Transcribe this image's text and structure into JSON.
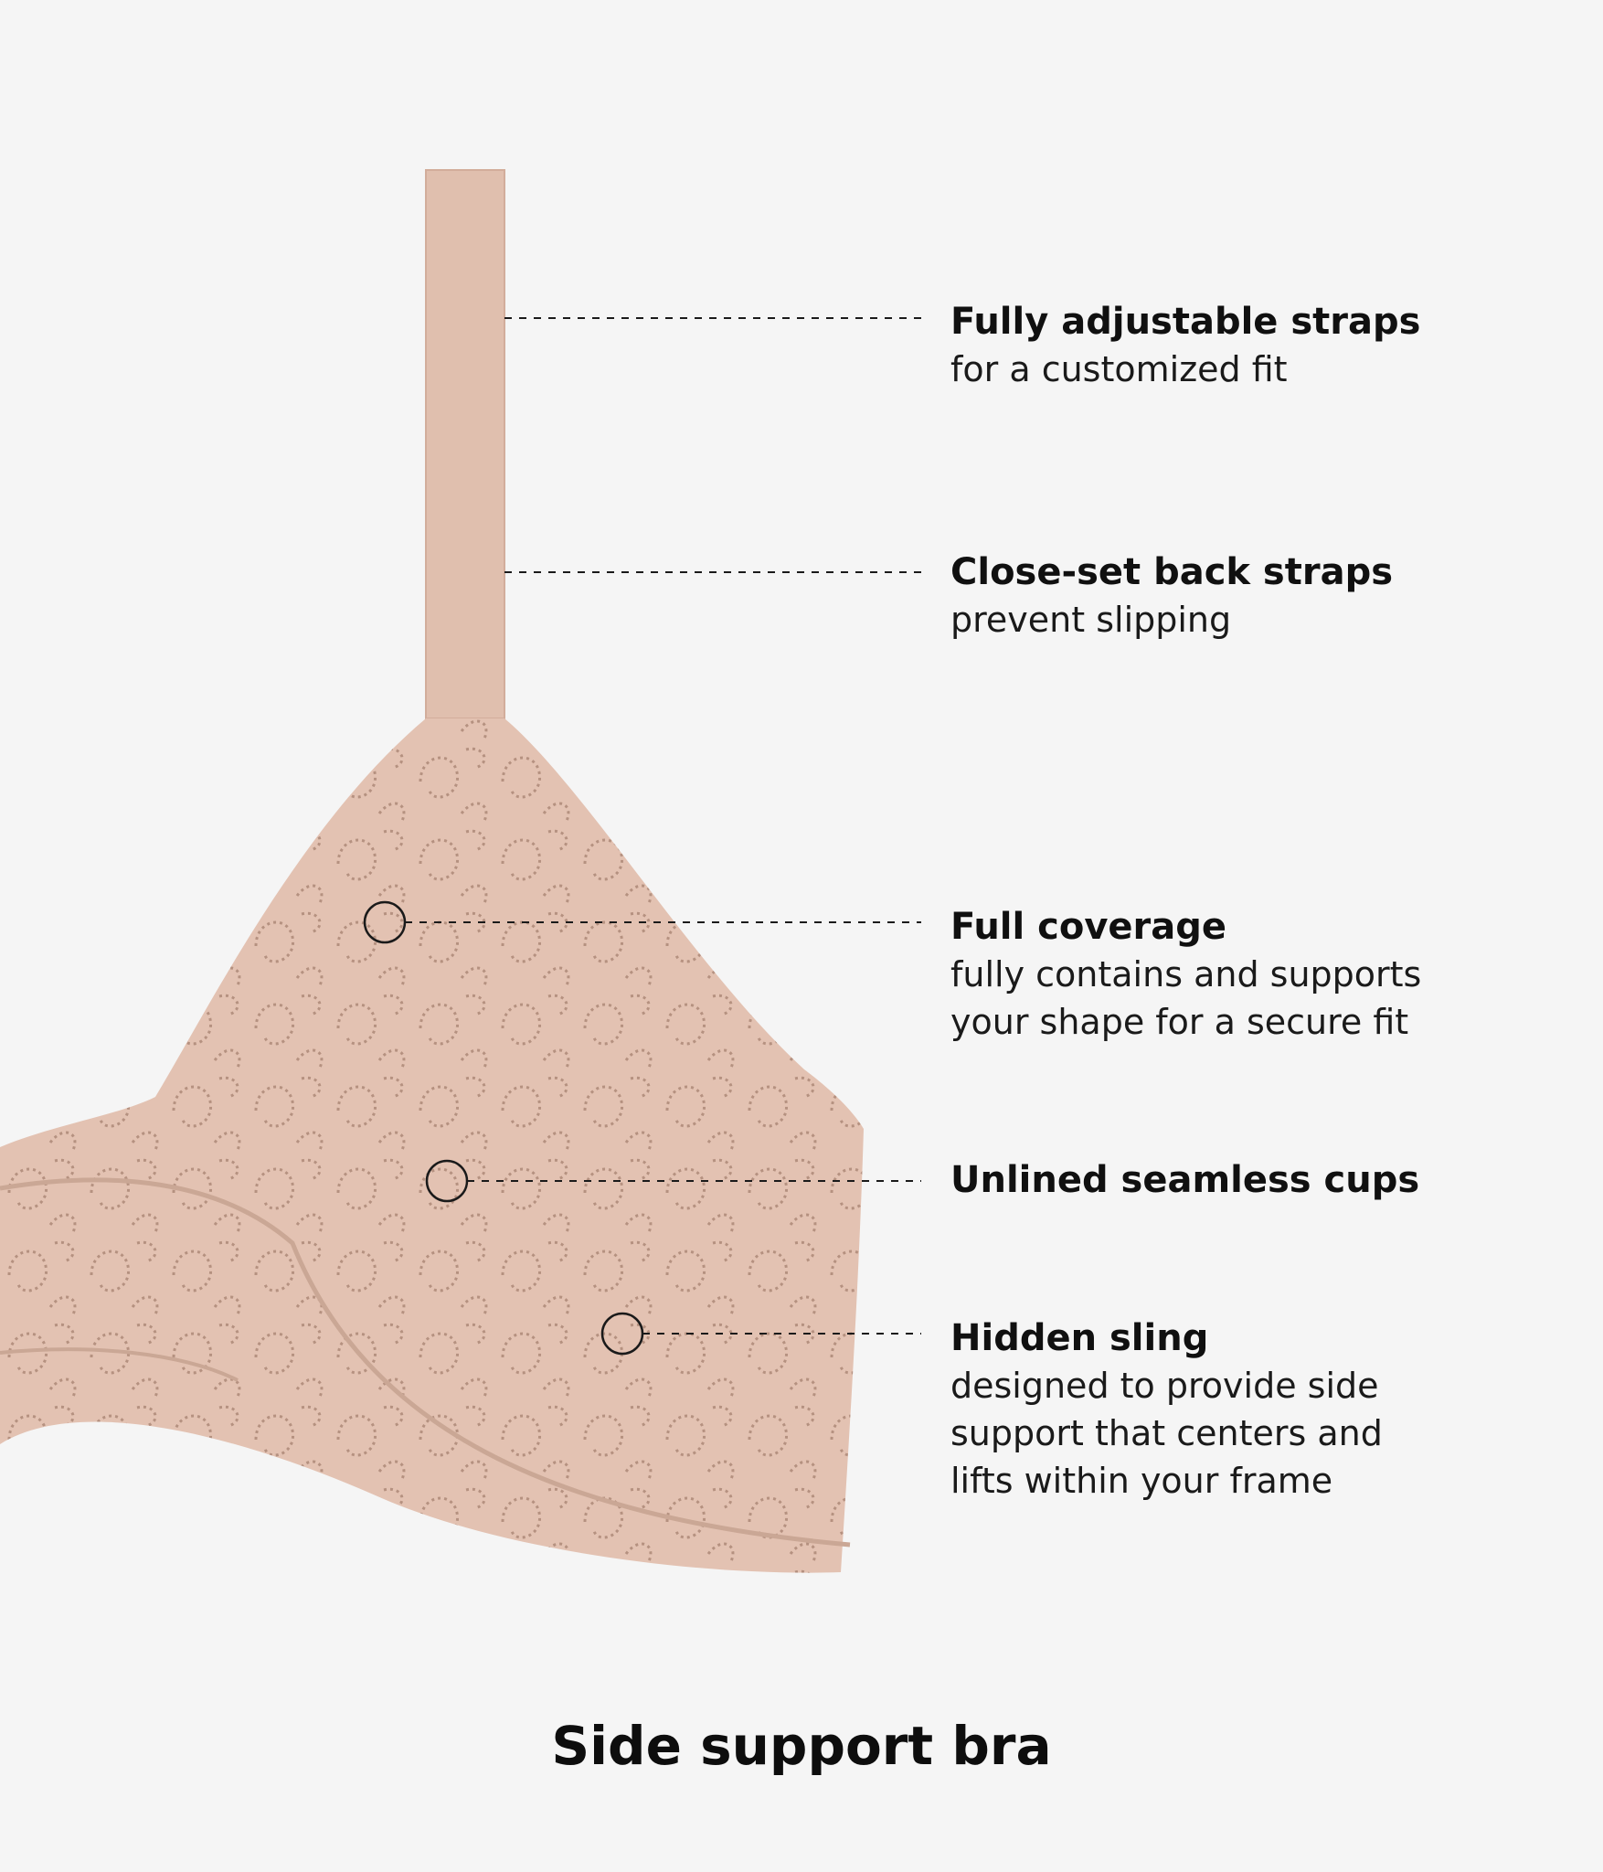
{
  "title": "Side support bra",
  "product_color": "#e3c2b2",
  "features": [
    {
      "title": "Fully adjustable straps",
      "description": "for a customized fit"
    },
    {
      "title": "Close-set back straps",
      "description": "prevent slipping"
    },
    {
      "title": "Full coverage",
      "description": "fully contains and supports\nyour shape for a secure fit"
    },
    {
      "title": "Unlined seamless cups",
      "description": ""
    },
    {
      "title": "Hidden sling",
      "description": "designed to provide side\nsupport that centers and\nlifts within your frame"
    }
  ]
}
